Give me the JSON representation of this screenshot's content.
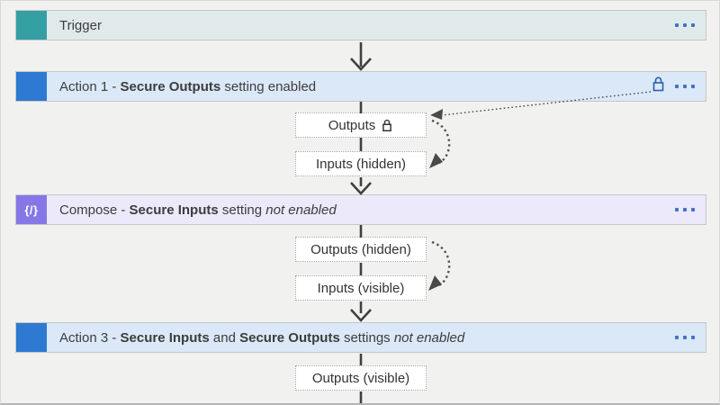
{
  "workflow": {
    "nodes": [
      {
        "id": "trigger",
        "title_segments": [
          {
            "text": "Trigger"
          }
        ],
        "icon": "trigger-icon",
        "icon_glyph": ""
      },
      {
        "id": "action1",
        "title_segments": [
          {
            "text": "Action 1 - "
          },
          {
            "text": "Secure Outputs",
            "bold": true
          },
          {
            "text": " setting enabled"
          }
        ],
        "icon": "action-icon",
        "icon_glyph": "",
        "has_lock_badge": true
      },
      {
        "id": "compose",
        "title_segments": [
          {
            "text": "Compose - "
          },
          {
            "text": "Secure Inputs",
            "bold": true
          },
          {
            "text": " setting "
          },
          {
            "text": "not enabled",
            "italic": true
          }
        ],
        "icon": "compose-icon",
        "icon_glyph": "{/}"
      },
      {
        "id": "action3",
        "title_segments": [
          {
            "text": "Action 3 - "
          },
          {
            "text": "Secure Inputs",
            "bold": true
          },
          {
            "text": " and "
          },
          {
            "text": "Secure Outputs",
            "bold": true
          },
          {
            "text": " settings "
          },
          {
            "text": "not enabled",
            "italic": true
          }
        ],
        "icon": "action-icon",
        "icon_glyph": ""
      }
    ],
    "io_boxes": [
      {
        "id": "action1-outputs",
        "label": "Outputs",
        "has_lock": true
      },
      {
        "id": "action1-inputs",
        "label": "Inputs (hidden)"
      },
      {
        "id": "compose-outputs",
        "label": "Outputs (hidden)"
      },
      {
        "id": "compose-inputs",
        "label": "Inputs (visible)"
      },
      {
        "id": "action3-outputs",
        "label": "Outputs (visible)"
      }
    ]
  },
  "colors": {
    "page_bg": "#f1f1f0",
    "trigger_icon": "#35a0a4",
    "trigger_row_bg": "#e0eaea",
    "action_icon": "#2e7ad2",
    "action_row_bg": "#dbe8f7",
    "compose_icon": "#8577e6",
    "compose_row_bg": "#ebe9fa",
    "menu_dots": "#4472c4",
    "header_lock": "#2a5fad",
    "connector": "#404040",
    "annotation_arrow": "#4a4a4a"
  }
}
